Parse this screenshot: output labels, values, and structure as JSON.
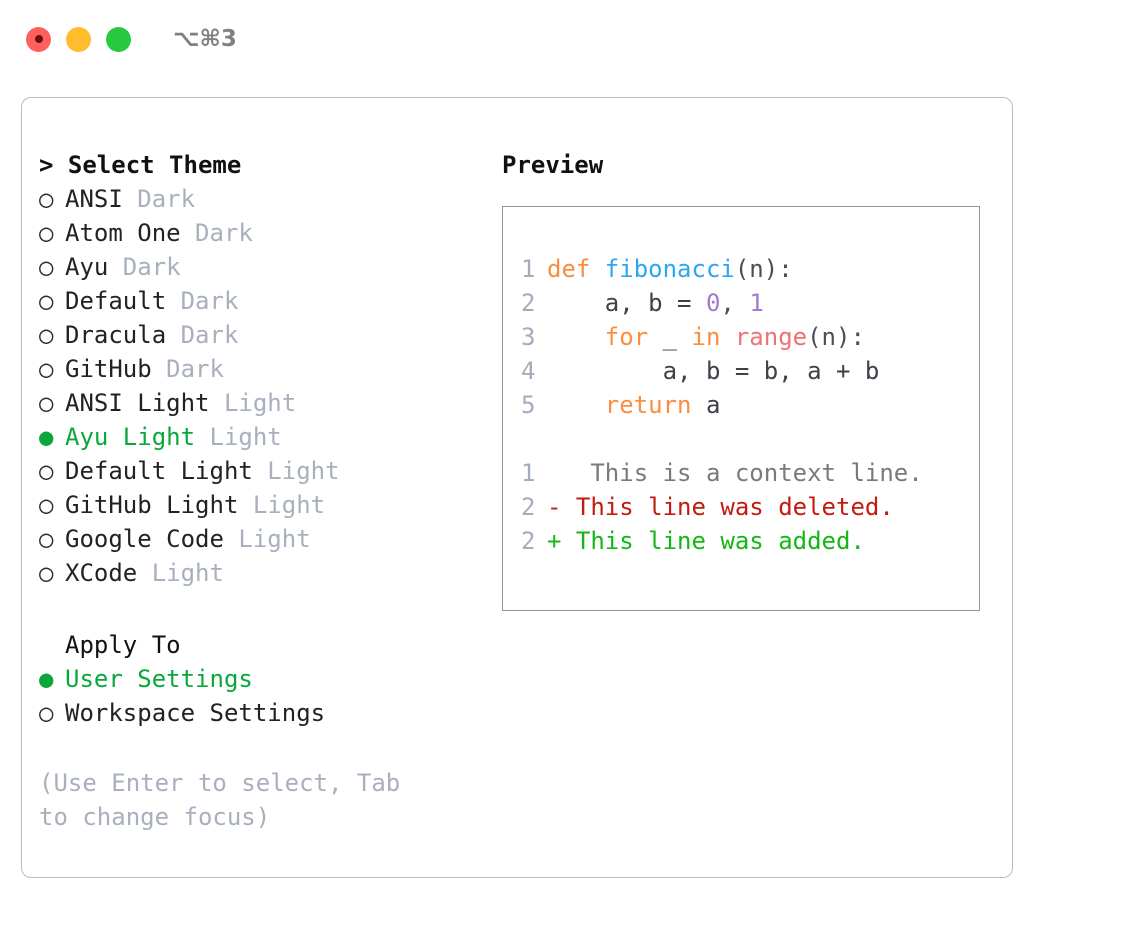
{
  "titlebar": {
    "shortcut": "⌥⌘3",
    "dots": [
      "close-dot",
      "minimize-dot",
      "maximize-dot"
    ]
  },
  "theme_panel": {
    "header": "> Select Theme",
    "bullet_off": "○",
    "bullet_on": "●",
    "items": [
      {
        "name": "ANSI",
        "kind": "Dark",
        "selected": false
      },
      {
        "name": "Atom One",
        "kind": "Dark",
        "selected": false
      },
      {
        "name": "Ayu",
        "kind": "Dark",
        "selected": false
      },
      {
        "name": "Default",
        "kind": "Dark",
        "selected": false
      },
      {
        "name": "Dracula",
        "kind": "Dark",
        "selected": false
      },
      {
        "name": "GitHub",
        "kind": "Dark",
        "selected": false
      },
      {
        "name": "ANSI Light",
        "kind": "Light",
        "selected": false
      },
      {
        "name": "Ayu Light",
        "kind": "Light",
        "selected": true
      },
      {
        "name": "Default Light",
        "kind": "Light",
        "selected": false
      },
      {
        "name": "GitHub Light",
        "kind": "Light",
        "selected": false
      },
      {
        "name": "Google Code",
        "kind": "Light",
        "selected": false
      },
      {
        "name": "XCode",
        "kind": "Light",
        "selected": false
      }
    ]
  },
  "apply_to": {
    "header": "Apply To",
    "items": [
      {
        "label": "User Settings",
        "selected": true
      },
      {
        "label": "Workspace Settings",
        "selected": false
      }
    ]
  },
  "hint": "(Use Enter to select, Tab to change focus)",
  "preview": {
    "title": "Preview",
    "code_lines": [
      {
        "number": "1",
        "tokens": [
          {
            "text": "def ",
            "style": "kw"
          },
          {
            "text": "fibonacci",
            "style": "fn"
          },
          {
            "text": "(n):",
            "style": "punc"
          }
        ]
      },
      {
        "number": "2",
        "tokens": [
          {
            "text": "    a, b = ",
            "style": "var"
          },
          {
            "text": "0",
            "style": "num"
          },
          {
            "text": ", ",
            "style": "punc"
          },
          {
            "text": "1",
            "style": "num"
          }
        ]
      },
      {
        "number": "3",
        "tokens": [
          {
            "text": "    for ",
            "style": "kw"
          },
          {
            "text": "_ ",
            "style": "var"
          },
          {
            "text": "in ",
            "style": "kw"
          },
          {
            "text": "range",
            "style": "bi"
          },
          {
            "text": "(n):",
            "style": "punc"
          }
        ]
      },
      {
        "number": "4",
        "tokens": [
          {
            "text": "        a, b = b, a + b",
            "style": "var"
          }
        ]
      },
      {
        "number": "5",
        "tokens": [
          {
            "text": "    return ",
            "style": "kw"
          },
          {
            "text": "a",
            "style": "var"
          }
        ]
      }
    ],
    "diff_lines": [
      {
        "number": "1",
        "marker": " ",
        "text": "  This is a context line.",
        "style": "diff-ctx"
      },
      {
        "number": "2",
        "marker": "-",
        "text": " This line was deleted.",
        "style": "diff-del"
      },
      {
        "number": "2",
        "marker": "+",
        "text": " This line was added.",
        "style": "diff-add"
      }
    ]
  },
  "colors": {
    "accent_green": "#0aa83c",
    "muted_gray": "#a8b0bd",
    "keyword_orange": "#fa8d3e",
    "function_blue": "#2ba6f0",
    "builtin_red": "#f07171",
    "number_purple": "#a37acc",
    "diff_deleted": "#c31b10",
    "diff_added": "#14b814",
    "panel_border": "#b6bcc7",
    "preview_border": "#8d96a6",
    "dot_red": "#FF605C",
    "dot_yellow": "#FFBD2E",
    "dot_green": "#28C840"
  }
}
